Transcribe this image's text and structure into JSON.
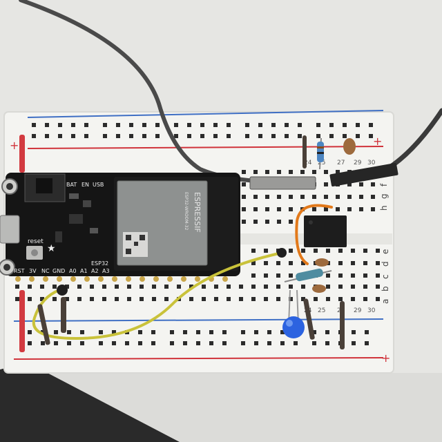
{
  "board": {
    "module_brand": "ESPRESSIF",
    "module_name": "ESP32-WROOM-32",
    "left_labels": [
      "BAT",
      "EN",
      "USB",
      "reset",
      "RST",
      "3V",
      "NC",
      "GND",
      "A0",
      "A1",
      "A2",
      "A3",
      "ESP32"
    ]
  },
  "breadboard": {
    "column_numbers_top": [
      "24",
      "25",
      "27",
      "29",
      "30"
    ],
    "column_numbers_bottom": [
      "24",
      "25",
      "27",
      "29",
      "30"
    ],
    "row_letters_right_top": [
      "f",
      "g",
      "h"
    ],
    "row_letters_right_bottom": [
      "e",
      "d",
      "c",
      "b",
      "a"
    ],
    "rail_plus": "+"
  },
  "colors": {
    "breadboard": "#f3f3f0",
    "rail_red": "#d0323a",
    "rail_blue": "#3f6fc4",
    "pcb": "#141414",
    "module_shield": "#8f9290",
    "wire_yellow": "#c9c23a",
    "wire_orange": "#e2791a",
    "cable_gray": "#444444",
    "led_blue": "#2c63e0"
  }
}
